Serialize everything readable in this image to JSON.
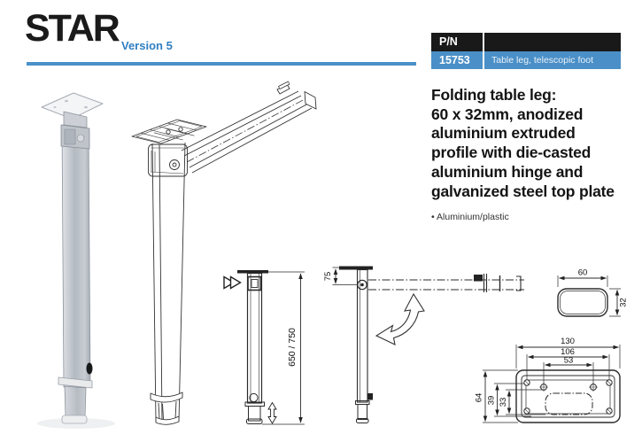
{
  "header": {
    "title": "STAR",
    "version": "Version 5",
    "accent_color": "#2e7fc2",
    "rule_color": "#4a90c9"
  },
  "part_table": {
    "header_label": "P/N",
    "part_number": "15753",
    "description": "Table leg, telescopic foot",
    "header_bg": "#191919",
    "row_bg": "#4a8fc7"
  },
  "product": {
    "description_lines": [
      "Folding table leg:",
      "60 x 32mm, anodized",
      "aluminium extruded",
      "profile with die-casted",
      "aluminium hinge and",
      "galvanized steel top plate"
    ],
    "bullet": "• Aluminium/plastic"
  },
  "drawings": {
    "dim_leg_height": "650 / 750",
    "dim_hinge_offset": "75",
    "dim_profile_width": "60",
    "dim_profile_height": "32",
    "dim_plate_width": "130",
    "dim_hole_spacing_outer": "106",
    "dim_hole_spacing_inner": "53",
    "dim_plate_depth": "64",
    "dim_hole_offset_outer": "39",
    "dim_hole_offset_inner": "33"
  }
}
